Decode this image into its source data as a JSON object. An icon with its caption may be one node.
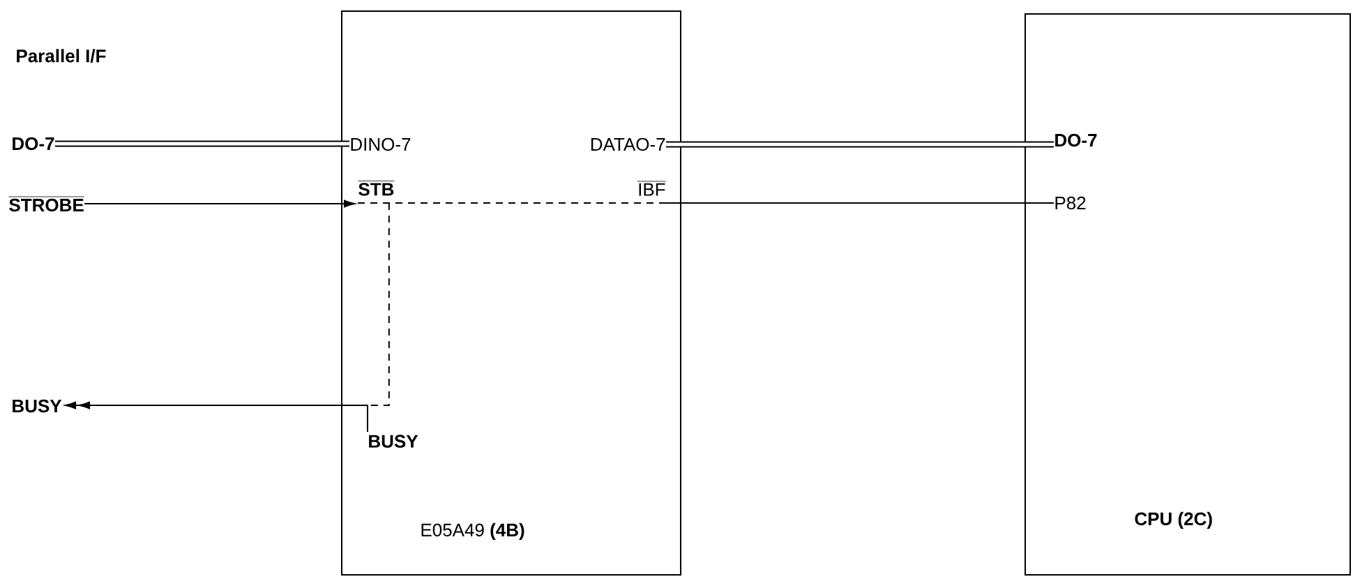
{
  "diagram": {
    "nodes": [
      {
        "text": [
          "E05A49 **(4B)**"
        ]
      },
      {
        "text": [
          "DINO-7"
        ],
        "in": 0
      },
      {
        "text": [
          "DATAO-7"
        ],
        "in": 0
      },
      {
        "text": [
          "STB"
        ],
        "in": 0
      },
      {
        "text": [
          "IBF"
        ],
        "in": 0
      },
      {
        "text": [
          "BUSY"
        ],
        "in": 0
      },
      {
        "text": [
          "CPU (2C)"
        ]
      },
      {
        "text": [
          "DO-7"
        ],
        "in": 6
      },
      {
        "text": [
          "P82"
        ],
        "in": 6
      },
      {
        "text": [
          "DO-7"
        ]
      },
      {
        "text": [
          "STROBE"
        ]
      },
      {
        "text": [
          "BUSY"
        ]
      }
    ],
    "edges": [
      {
        "from": 9,
        "to": 1,
        "arrow": "none",
        "style": "thick"
      },
      {
        "from": 2,
        "to": 7,
        "arrow": "none",
        "style": "thick"
      },
      {
        "from": 10,
        "to": 3,
        "arrow": "to"
      },
      {
        "from": 3,
        "to": 4,
        "arrow": "none",
        "style": "dashed"
      },
      {
        "from": 3,
        "to": 5,
        "arrow": "none",
        "style": "dashed"
      },
      {
        "from": 5,
        "to": 11,
        "arrow": "to"
      },
      {
        "from": 4,
        "to": 8,
        "arrow": "none"
      }
    ],
    "labels": [
      "Parallel I/F"
    ]
  }
}
